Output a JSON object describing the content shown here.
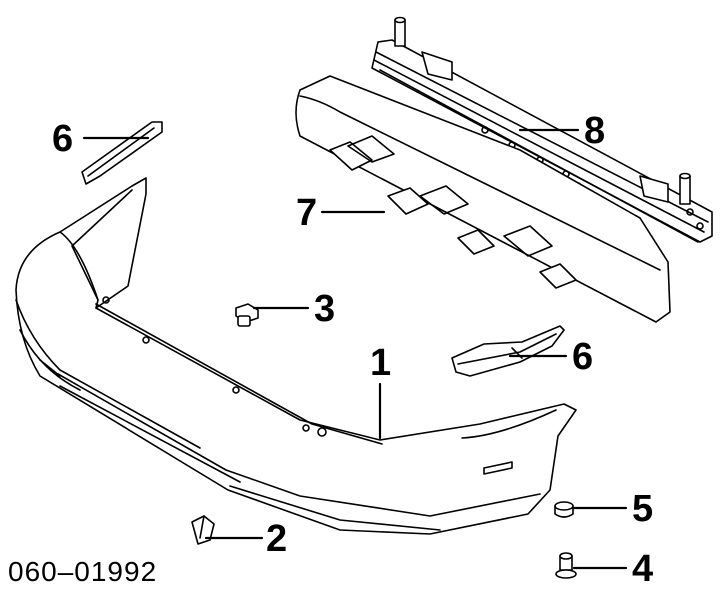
{
  "callouts": {
    "part_1": "1",
    "part_2": "2",
    "part_3": "3",
    "part_4": "4",
    "part_5": "5",
    "part_6_left": "6",
    "part_6_right": "6",
    "part_7": "7",
    "part_8": "8"
  },
  "diagram_code": "060–01992"
}
